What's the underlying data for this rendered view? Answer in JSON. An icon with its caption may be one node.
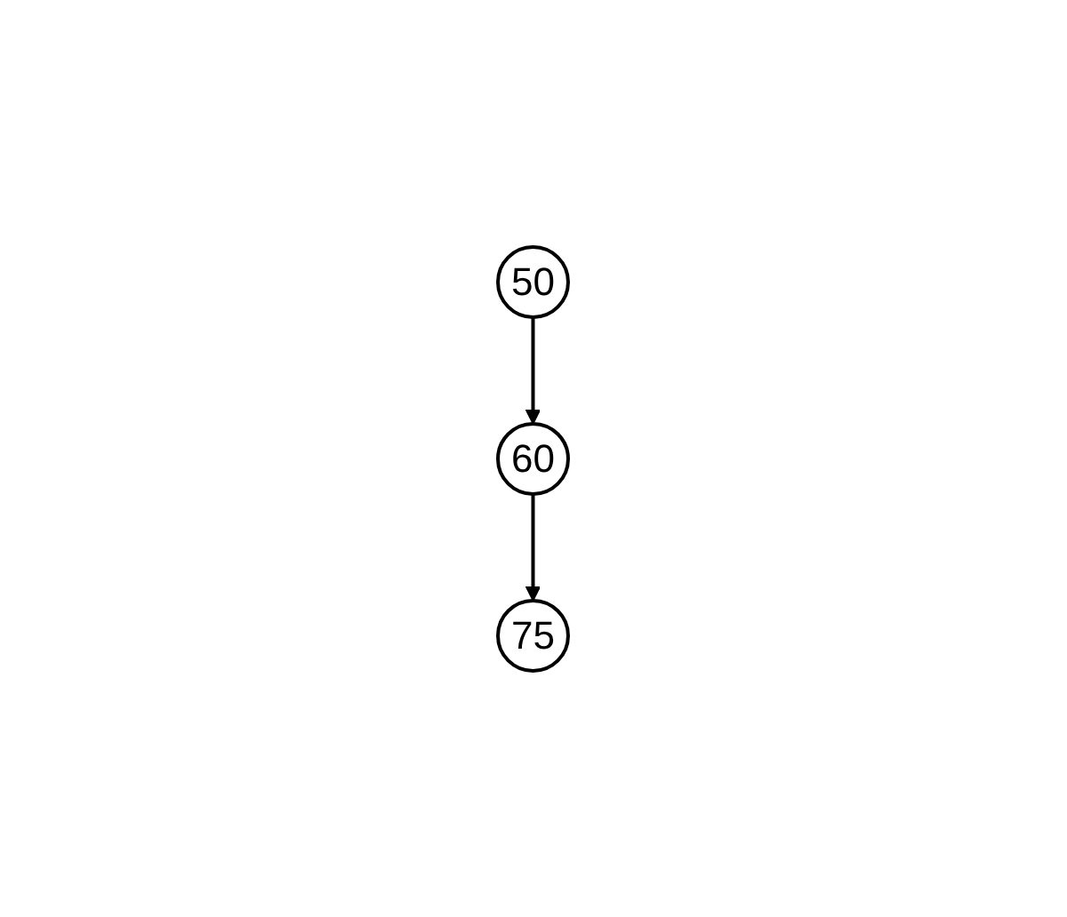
{
  "diagram": {
    "nodes": [
      {
        "text": [
          "50"
        ]
      },
      {
        "text": [
          "60"
        ]
      },
      {
        "text": [
          "75"
        ]
      }
    ],
    "edges": [
      {
        "from": 0,
        "to": 1,
        "arrow": "to"
      },
      {
        "from": 1,
        "to": 2,
        "arrow": "to"
      }
    ]
  }
}
